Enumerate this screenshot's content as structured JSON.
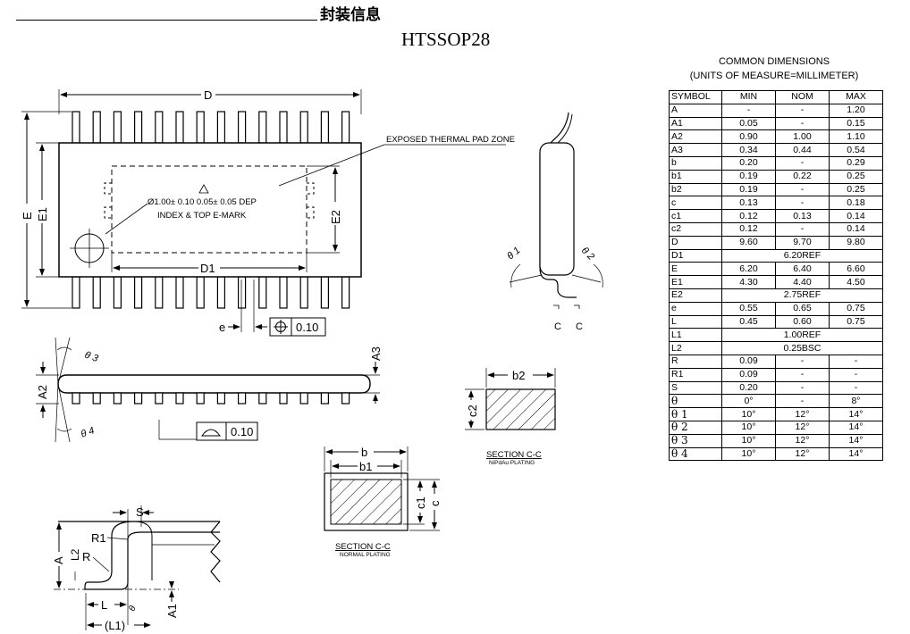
{
  "header": {
    "section_title": "封装信息",
    "package_name": "HTSSOP28"
  },
  "labels": {
    "D": "D",
    "E": "E",
    "E1": "E1",
    "E2": "E2",
    "D1": "D1",
    "e": "e",
    "tol_value": "0.10",
    "flat_value": "0.10",
    "exposed_pad": "EXPOSED THERMAL PAD ZONE",
    "index_note_line1": "Ø1.00± 0.10  0.05± 0.05 DEP",
    "index_note_line2": "INDEX & TOP E-MARK",
    "A2": "A2",
    "A3": "A3",
    "theta3": "θ 3",
    "theta4": "θ 4",
    "theta1": "θ 1",
    "theta2": "θ 2",
    "c_left": "C",
    "c_right": "C",
    "b": "b",
    "b1": "b1",
    "b2": "b2",
    "c": "c",
    "c1": "c1",
    "c2": "c2",
    "sec_cc": "SECTION C-C",
    "normal_plating": "NORMAL PLATING",
    "nipdau_plating": "NiPdAu PLATING",
    "S": "S",
    "R1": "R1",
    "R": "R",
    "A": "A",
    "L2": "L2",
    "L": "L",
    "L1": "(L1)",
    "A1": "A1",
    "theta": "θ"
  },
  "dimensions": {
    "title_line1": "COMMON DIMENSIONS",
    "title_line2": "(UNITS OF MEASURE=MILLIMETER)",
    "headers": [
      "SYMBOL",
      "MIN",
      "NOM",
      "MAX"
    ],
    "rows": [
      {
        "s": "A",
        "min": "-",
        "nom": "-",
        "max": "1.20"
      },
      {
        "s": "A1",
        "min": "0.05",
        "nom": "-",
        "max": "0.15"
      },
      {
        "s": "A2",
        "min": "0.90",
        "nom": "1.00",
        "max": "1.10"
      },
      {
        "s": "A3",
        "min": "0.34",
        "nom": "0.44",
        "max": "0.54"
      },
      {
        "s": "b",
        "min": "0.20",
        "nom": "-",
        "max": "0.29"
      },
      {
        "s": "b1",
        "min": "0.19",
        "nom": "0.22",
        "max": "0.25"
      },
      {
        "s": "b2",
        "min": "0.19",
        "nom": "-",
        "max": "0.25"
      },
      {
        "s": "c",
        "min": "0.13",
        "nom": "-",
        "max": "0.18"
      },
      {
        "s": "c1",
        "min": "0.12",
        "nom": "0.13",
        "max": "0.14"
      },
      {
        "s": "c2",
        "min": "0.12",
        "nom": "-",
        "max": "0.14"
      },
      {
        "s": "D",
        "min": "9.60",
        "nom": "9.70",
        "max": "9.80"
      },
      {
        "s": "D1",
        "span": "6.20REF"
      },
      {
        "s": "E",
        "min": "6.20",
        "nom": "6.40",
        "max": "6.60"
      },
      {
        "s": "E1",
        "min": "4.30",
        "nom": "4.40",
        "max": "4.50"
      },
      {
        "s": "E2",
        "span": "2.75REF"
      },
      {
        "s": "e",
        "min": "0.55",
        "nom": "0.65",
        "max": "0.75"
      },
      {
        "s": "L",
        "min": "0.45",
        "nom": "0.60",
        "max": "0.75"
      },
      {
        "s": "L1",
        "span": "1.00REF"
      },
      {
        "s": "L2",
        "span": "0.25BSC"
      },
      {
        "s": "R",
        "min": "0.09",
        "nom": "-",
        "max": "-"
      },
      {
        "s": "R1",
        "min": "0.09",
        "nom": "-",
        "max": "-"
      },
      {
        "s": "S",
        "min": "0.20",
        "nom": "-",
        "max": "-"
      },
      {
        "s": "θ",
        "min": "0°",
        "nom": "-",
        "max": "8°",
        "theta": true
      },
      {
        "s": "θ 1",
        "min": "10°",
        "nom": "12°",
        "max": "14°",
        "theta": true
      },
      {
        "s": "θ 2",
        "min": "10°",
        "nom": "12°",
        "max": "14°",
        "theta": true
      },
      {
        "s": "θ 3",
        "min": "10°",
        "nom": "12°",
        "max": "14°",
        "theta": true
      },
      {
        "s": "θ 4",
        "min": "10°",
        "nom": "12°",
        "max": "14°",
        "theta": true
      }
    ]
  }
}
